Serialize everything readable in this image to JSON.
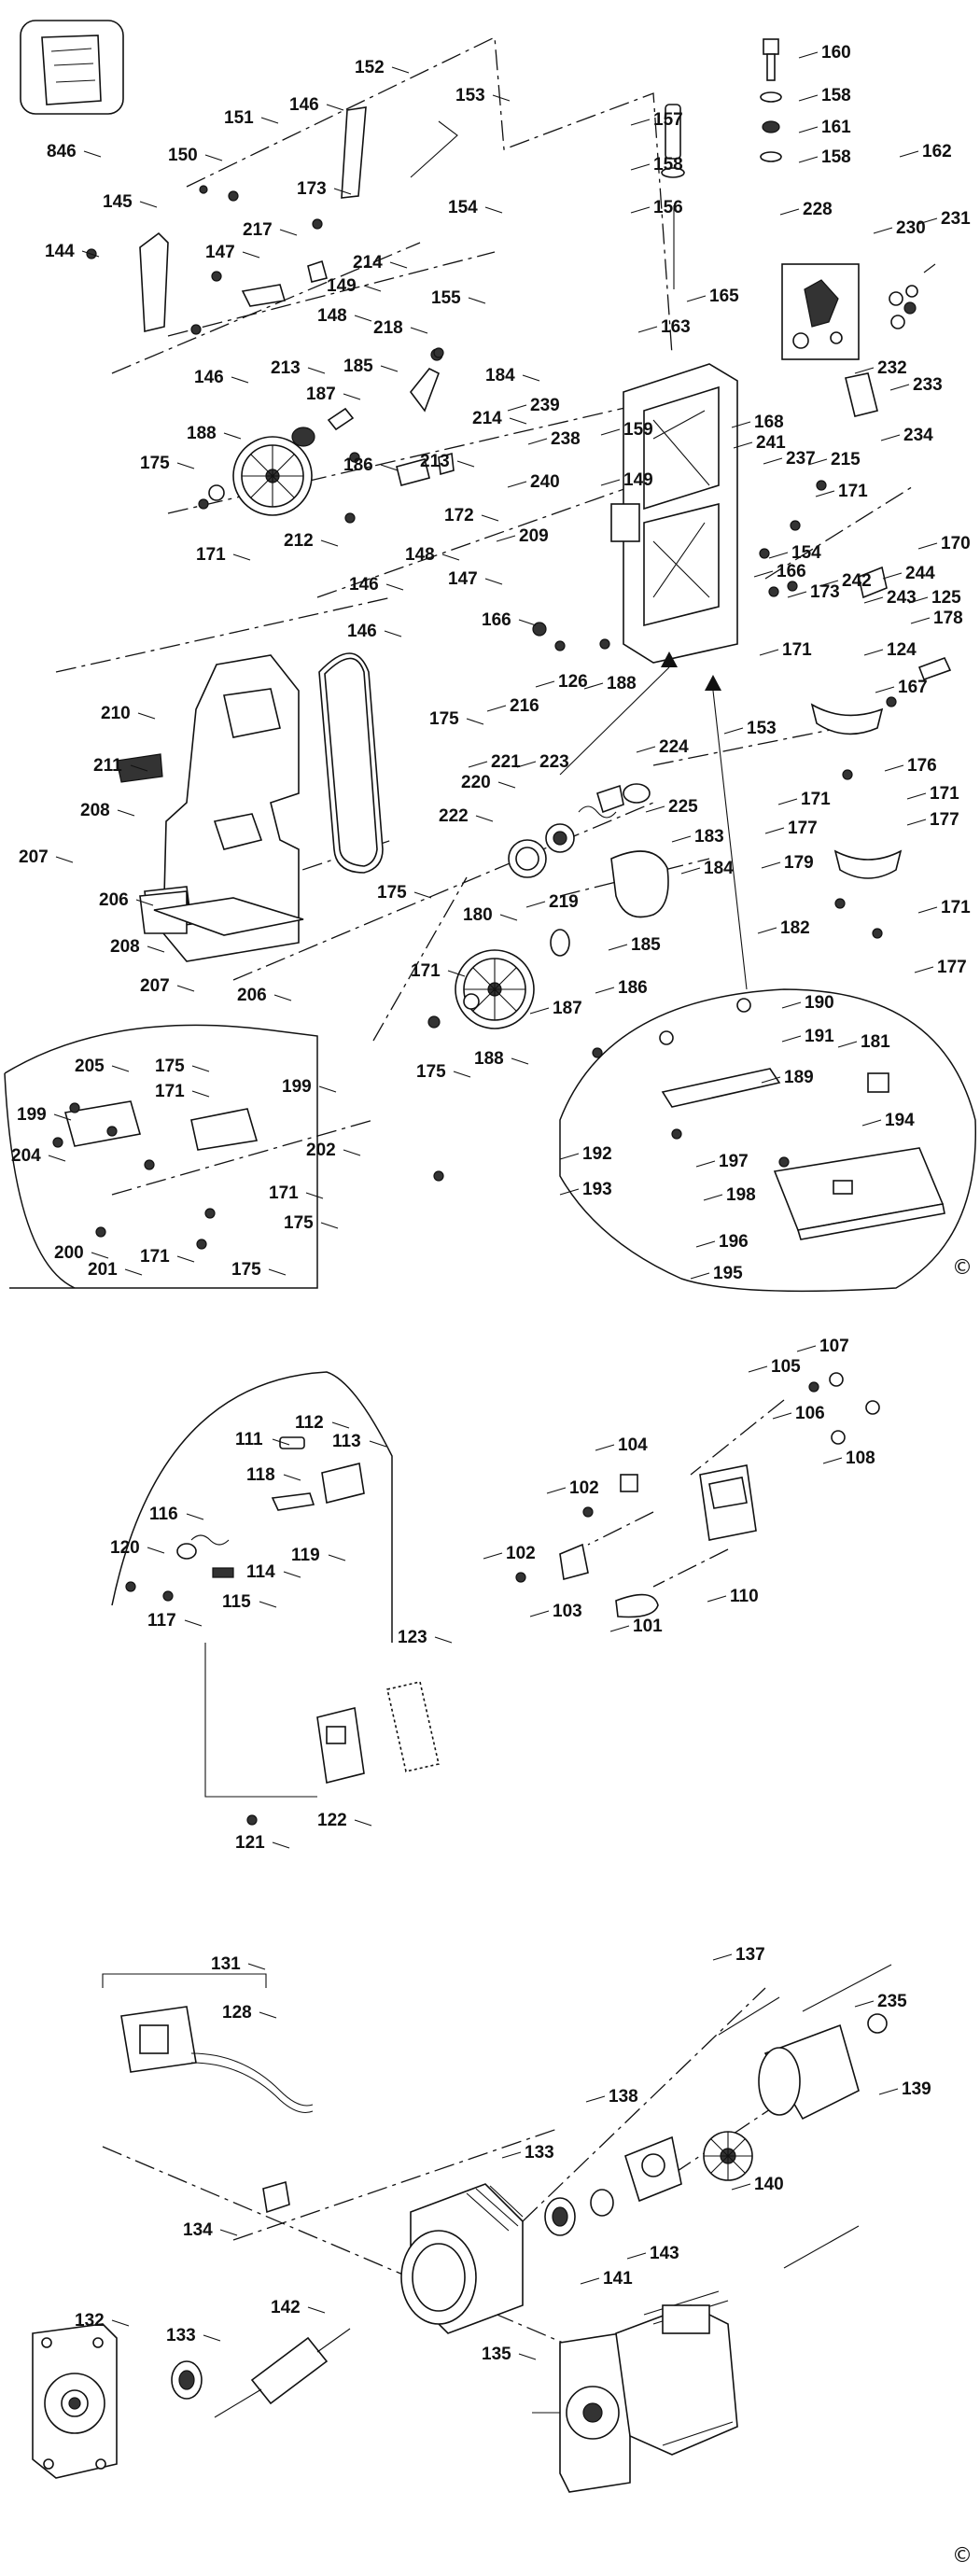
{
  "diagram": {
    "section_1_labels": [
      "846",
      "152",
      "153",
      "160",
      "158",
      "157",
      "161",
      "158",
      "158",
      "162",
      "151",
      "146",
      "150",
      "173",
      "154",
      "156",
      "228",
      "145",
      "217",
      "230",
      "231",
      "144",
      "147",
      "214",
      "149",
      "148",
      "155",
      "146",
      "213",
      "218",
      "185",
      "184",
      "163",
      "165",
      "232",
      "233",
      "187",
      "239",
      "168",
      "159",
      "234",
      "188",
      "214",
      "238",
      "241",
      "175",
      "186",
      "213",
      "237",
      "240",
      "215",
      "149",
      "172",
      "171",
      "212",
      "148",
      "154",
      "171",
      "146",
      "147",
      "209",
      "170",
      "166",
      "244",
      "242",
      "243",
      "125",
      "166",
      "173",
      "146",
      "178",
      "126",
      "171",
      "188",
      "124",
      "216",
      "175",
      "167",
      "210",
      "224",
      "153",
      "223",
      "221",
      "176",
      "211",
      "225",
      "220",
      "171",
      "171",
      "208",
      "177",
      "177",
      "222",
      "183",
      "207",
      "206",
      "219",
      "179",
      "175",
      "184",
      "180",
      "182",
      "171",
      "185",
      "208",
      "186",
      "177",
      "207",
      "206",
      "187",
      "171",
      "188",
      "175",
      "190",
      "181",
      "191",
      "189",
      "205",
      "175",
      "171",
      "199",
      "199",
      "202",
      "194",
      "204",
      "171",
      "192",
      "197",
      "175",
      "193",
      "198",
      "200",
      "201",
      "171",
      "175",
      "196",
      "195"
    ],
    "section_2_labels": [
      "107",
      "105",
      "106",
      "108",
      "111",
      "112",
      "113",
      "104",
      "118",
      "102",
      "116",
      "114",
      "119",
      "120",
      "115",
      "117",
      "102",
      "110",
      "103",
      "101",
      "123",
      "122",
      "121"
    ],
    "section_3_labels": [
      "131",
      "128",
      "137",
      "235",
      "139",
      "138",
      "133",
      "134",
      "140",
      "141",
      "132",
      "142",
      "143",
      "133",
      "135"
    ],
    "copyright_symbol": "©"
  }
}
